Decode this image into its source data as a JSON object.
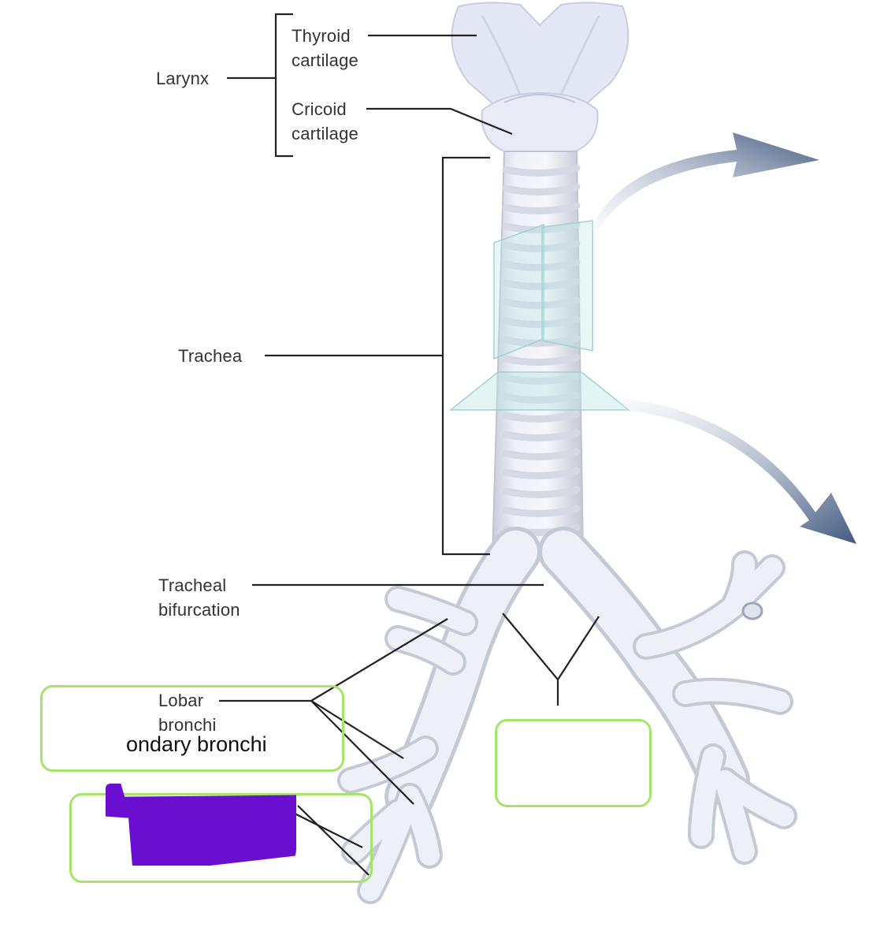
{
  "labels": {
    "larynx": "Larynx",
    "thyroid_cartilage": [
      "Thyroid",
      "cartilage"
    ],
    "cricoid_cartilage": [
      "Cricoid",
      "cartilage"
    ],
    "trachea": "Trachea",
    "tracheal_bifurcation": [
      "Tracheal",
      "bifurcation"
    ],
    "lobar_bronchi": [
      "Lobar",
      "bronchi"
    ]
  },
  "answer_boxes": [
    {
      "id": "box-1",
      "text": "ondary bronchi"
    },
    {
      "id": "box-2",
      "text": ""
    },
    {
      "id": "box-3",
      "text": ""
    }
  ],
  "colors": {
    "label_text": "#333333",
    "leader_line": "#222222",
    "cartilage": "#e6e9f6",
    "arrow": "#4a5f86",
    "section_plane": "#bfe6e6",
    "answer_box_border": "#a6e36b",
    "redaction_mark": "#6a0fd0"
  }
}
